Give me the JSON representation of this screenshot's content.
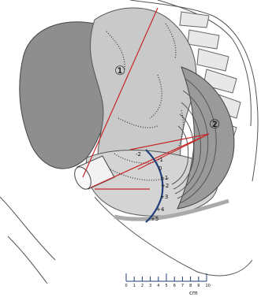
{
  "diagram": {
    "markers": [
      "①",
      "②"
    ],
    "station_labels": [
      "-2",
      "-1",
      "0",
      "+1",
      "+2",
      "+3",
      "+4",
      "+5"
    ],
    "scale": {
      "tick_labels": [
        "0",
        "1",
        "2",
        "3",
        "4",
        "5",
        "6",
        "7",
        "8",
        "9",
        "10"
      ],
      "unit": "cm"
    },
    "colors": {
      "pelvis_line": "#c62828",
      "curve_axis": "#1f3f7a",
      "tissue_dark": "#8a8a8a",
      "tissue_light": "#c8c8c8"
    }
  }
}
